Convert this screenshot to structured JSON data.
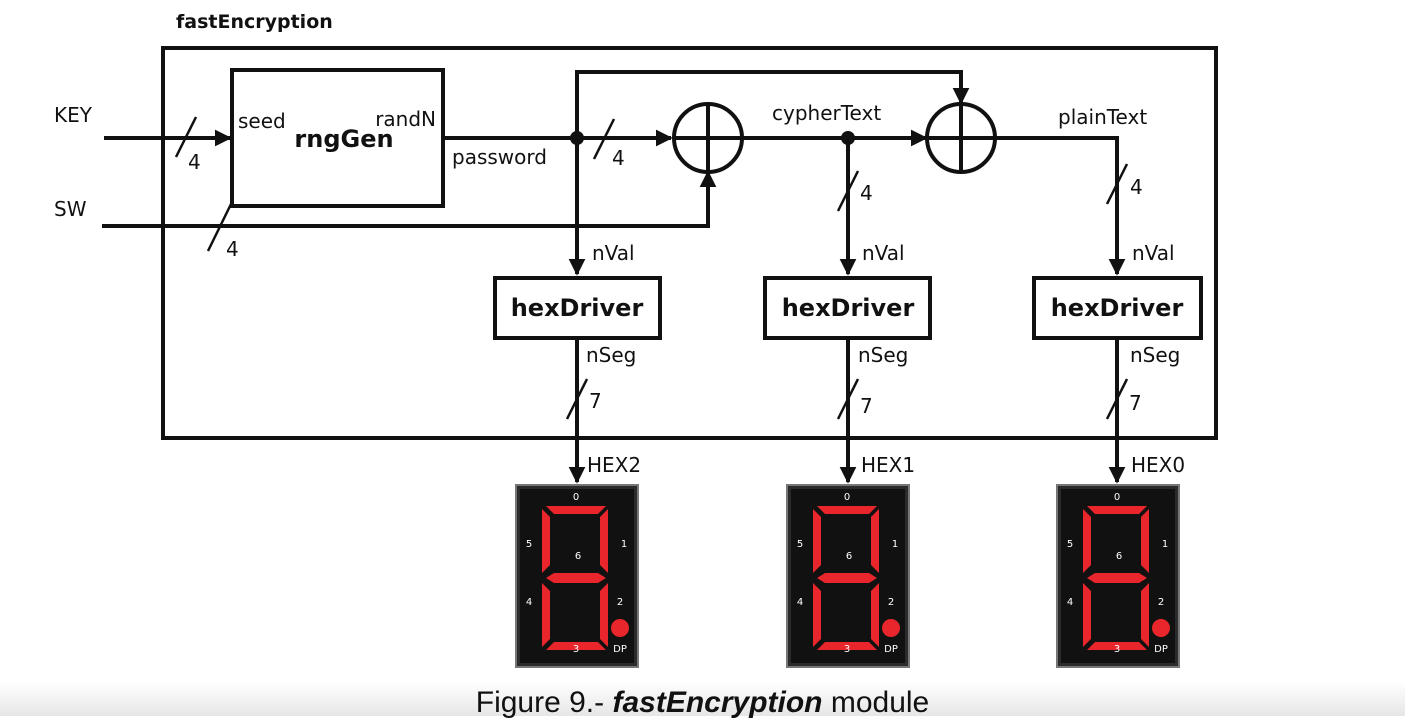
{
  "title": "fastEncryption",
  "inputs": {
    "key": "KEY",
    "sw": "SW"
  },
  "rng": {
    "name": "rngGen",
    "seed": "seed",
    "rand": "randN"
  },
  "signals": {
    "password": "password",
    "cypher": "cypherText",
    "plain": "plainText"
  },
  "widths": {
    "w4": "4",
    "w7": "7"
  },
  "driver": {
    "name": "hexDriver",
    "in": "nVal",
    "out": "nSeg"
  },
  "displays": [
    {
      "label": "HEX2"
    },
    {
      "label": "HEX1"
    },
    {
      "label": "HEX0"
    }
  ],
  "segment_labels": [
    "0",
    "1",
    "2",
    "3",
    "4",
    "5",
    "6",
    "DP"
  ],
  "segment_color": "#e8262b",
  "caption": {
    "prefix": "Figure 9.- ",
    "module": "fastEncryption",
    "suffix": " module"
  }
}
